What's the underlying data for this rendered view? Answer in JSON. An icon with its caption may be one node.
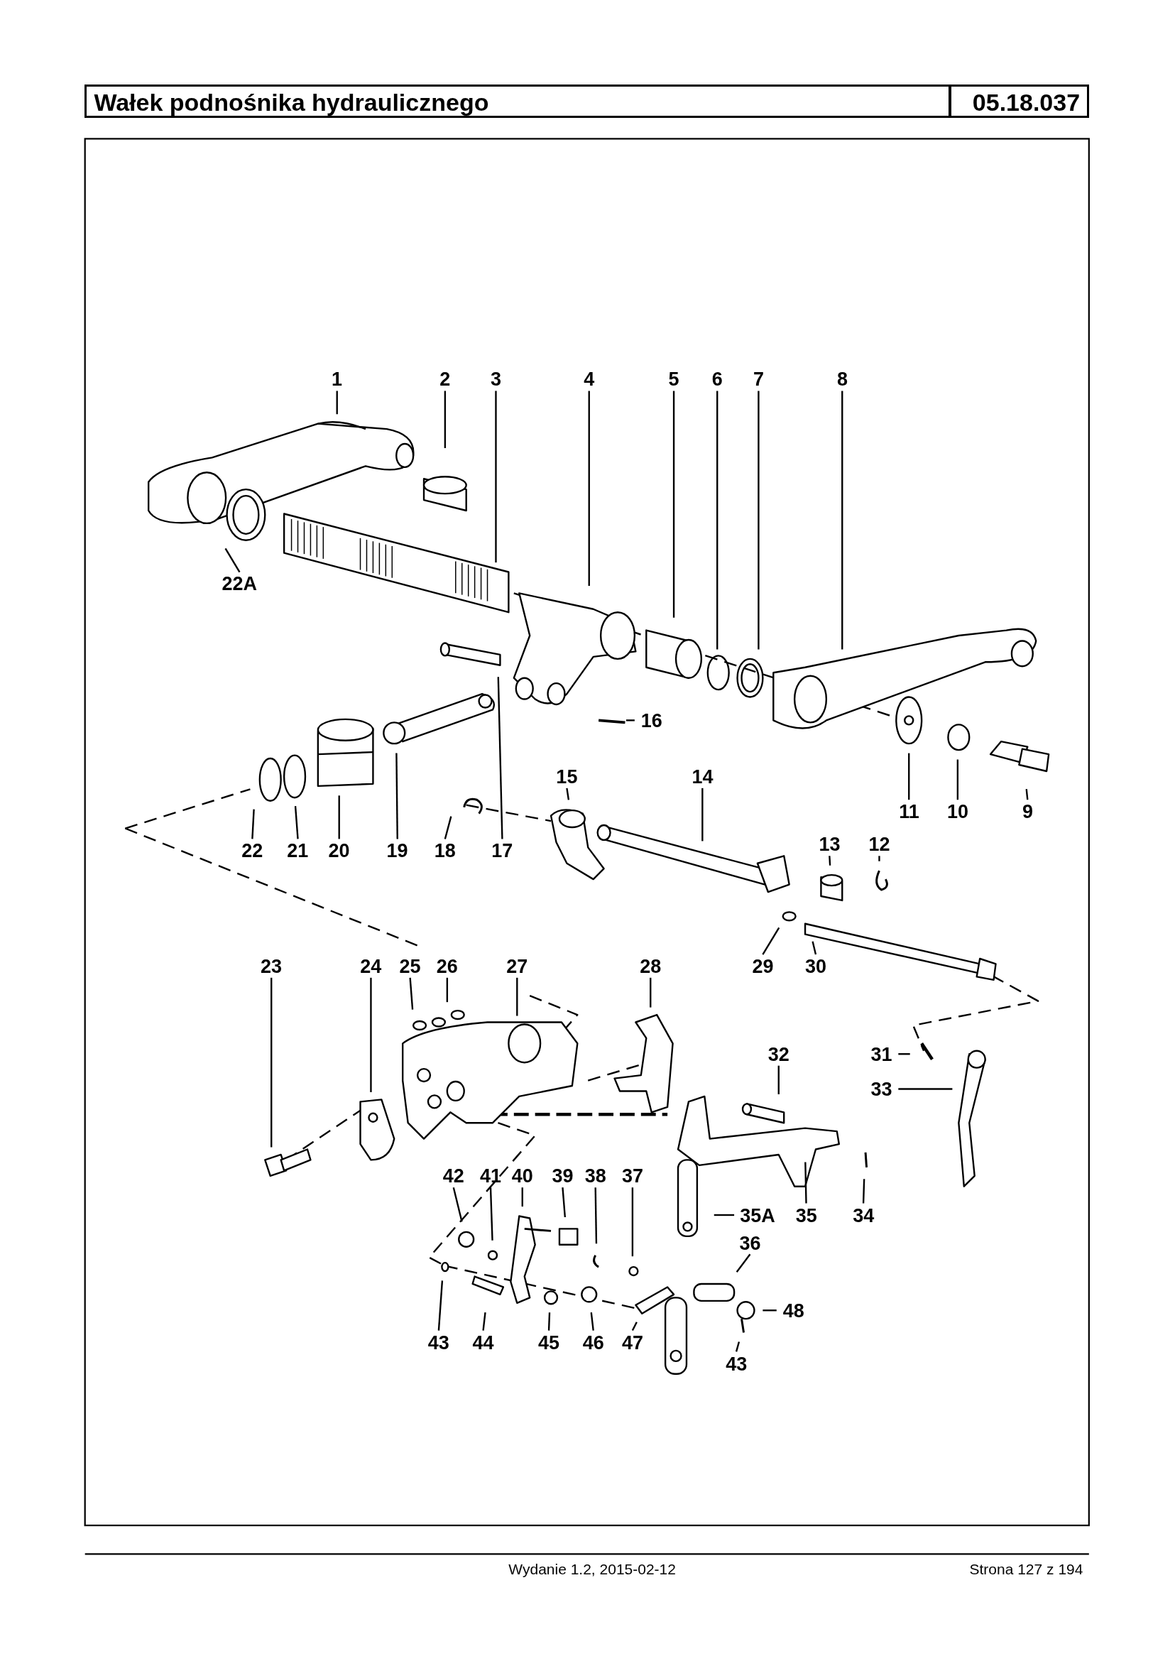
{
  "diagram": {
    "title": "Wałek podnośnika hydraulicznego",
    "nodes": [
      {
        "text": [
          "1"
        ]
      },
      {
        "text": [
          "2"
        ]
      },
      {
        "text": [
          "3"
        ]
      },
      {
        "text": [
          "4"
        ]
      },
      {
        "text": [
          "5"
        ]
      },
      {
        "text": [
          "6"
        ]
      },
      {
        "text": [
          "7"
        ]
      },
      {
        "text": [
          "8"
        ]
      },
      {
        "text": [
          "22A"
        ]
      },
      {
        "text": [
          "16"
        ]
      },
      {
        "text": [
          "22"
        ]
      },
      {
        "text": [
          "21"
        ]
      },
      {
        "text": [
          "20"
        ]
      },
      {
        "text": [
          "19"
        ]
      },
      {
        "text": [
          "18"
        ]
      },
      {
        "text": [
          "17"
        ]
      },
      {
        "text": [
          "15"
        ]
      },
      {
        "text": [
          "14"
        ]
      },
      {
        "text": [
          "11"
        ]
      },
      {
        "text": [
          "10"
        ]
      },
      {
        "text": [
          "9"
        ]
      },
      {
        "text": [
          "13"
        ]
      },
      {
        "text": [
          "12"
        ]
      },
      {
        "text": [
          "29"
        ]
      },
      {
        "text": [
          "30"
        ]
      },
      {
        "text": [
          "23"
        ]
      },
      {
        "text": [
          "24"
        ]
      },
      {
        "text": [
          "25"
        ]
      },
      {
        "text": [
          "26"
        ]
      },
      {
        "text": [
          "27"
        ]
      },
      {
        "text": [
          "28"
        ]
      },
      {
        "text": [
          "32"
        ]
      },
      {
        "text": [
          "31"
        ]
      },
      {
        "text": [
          "33"
        ]
      },
      {
        "text": [
          "35A"
        ]
      },
      {
        "text": [
          "35"
        ]
      },
      {
        "text": [
          "34"
        ]
      },
      {
        "text": [
          "42"
        ]
      },
      {
        "text": [
          "41"
        ]
      },
      {
        "text": [
          "40"
        ]
      },
      {
        "text": [
          "39"
        ]
      },
      {
        "text": [
          "38"
        ]
      },
      {
        "text": [
          "37"
        ]
      },
      {
        "text": [
          "36"
        ]
      },
      {
        "text": [
          "48"
        ]
      },
      {
        "text": [
          "43"
        ]
      },
      {
        "text": [
          "44"
        ]
      },
      {
        "text": [
          "45"
        ]
      },
      {
        "text": [
          "46"
        ]
      },
      {
        "text": [
          "47"
        ]
      },
      {
        "text": [
          "43"
        ]
      }
    ],
    "edges": [
      {
        "from": 0,
        "to": null,
        "arrow": "none"
      },
      {
        "from": 1,
        "to": null,
        "arrow": "none"
      },
      {
        "from": 2,
        "to": null,
        "arrow": "none"
      },
      {
        "from": 3,
        "to": null,
        "arrow": "none"
      },
      {
        "from": 4,
        "to": null,
        "arrow": "none"
      },
      {
        "from": 5,
        "to": null,
        "arrow": "none"
      },
      {
        "from": 6,
        "to": null,
        "arrow": "none"
      },
      {
        "from": 7,
        "to": null,
        "arrow": "none"
      },
      {
        "from": 8,
        "to": null,
        "arrow": "none"
      },
      {
        "from": 9,
        "to": null,
        "arrow": "none"
      },
      {
        "from": 10,
        "to": null,
        "arrow": "none"
      },
      {
        "from": 11,
        "to": null,
        "arrow": "none"
      },
      {
        "from": 12,
        "to": null,
        "arrow": "none"
      },
      {
        "from": 13,
        "to": null,
        "arrow": "none"
      },
      {
        "from": 14,
        "to": null,
        "arrow": "none"
      },
      {
        "from": 15,
        "to": null,
        "arrow": "none"
      },
      {
        "from": 16,
        "to": null,
        "arrow": "none"
      },
      {
        "from": 17,
        "to": null,
        "arrow": "none"
      },
      {
        "from": 18,
        "to": null,
        "arrow": "none"
      },
      {
        "from": 19,
        "to": null,
        "arrow": "none"
      },
      {
        "from": 20,
        "to": null,
        "arrow": "none"
      },
      {
        "from": 21,
        "to": null,
        "arrow": "none"
      },
      {
        "from": 22,
        "to": null,
        "arrow": "none"
      },
      {
        "from": 23,
        "to": null,
        "arrow": "none"
      },
      {
        "from": 24,
        "to": null,
        "arrow": "none"
      },
      {
        "from": 25,
        "to": null,
        "arrow": "none"
      },
      {
        "from": 26,
        "to": null,
        "arrow": "none"
      },
      {
        "from": 27,
        "to": null,
        "arrow": "none"
      },
      {
        "from": 28,
        "to": null,
        "arrow": "none"
      },
      {
        "from": 29,
        "to": null,
        "arrow": "none"
      },
      {
        "from": 30,
        "to": null,
        "arrow": "none"
      },
      {
        "from": 31,
        "to": null,
        "arrow": "none"
      },
      {
        "from": 32,
        "to": null,
        "arrow": "none"
      },
      {
        "from": 33,
        "to": null,
        "arrow": "none"
      },
      {
        "from": 34,
        "to": null,
        "arrow": "none"
      },
      {
        "from": 35,
        "to": null,
        "arrow": "none"
      },
      {
        "from": 36,
        "to": null,
        "arrow": "none"
      },
      {
        "from": 37,
        "to": null,
        "arrow": "none"
      },
      {
        "from": 38,
        "to": null,
        "arrow": "none"
      },
      {
        "from": 39,
        "to": null,
        "arrow": "none"
      },
      {
        "from": 40,
        "to": null,
        "arrow": "none"
      },
      {
        "from": 41,
        "to": null,
        "arrow": "none"
      },
      {
        "from": 42,
        "to": null,
        "arrow": "none"
      },
      {
        "from": 43,
        "to": null,
        "arrow": "none"
      },
      {
        "from": 44,
        "to": null,
        "arrow": "none"
      },
      {
        "from": 45,
        "to": null,
        "arrow": "none"
      },
      {
        "from": 46,
        "to": null,
        "arrow": "none"
      },
      {
        "from": 47,
        "to": null,
        "arrow": "none"
      },
      {
        "from": 48,
        "to": null,
        "arrow": "none"
      },
      {
        "from": 49,
        "to": null,
        "arrow": "none"
      },
      {
        "from": 50,
        "to": null,
        "arrow": "none"
      }
    ],
    "labels": [
      "05.18.037",
      "Wydanie 1.2,  2015-02-12",
      "Strona 127 z 194"
    ]
  }
}
